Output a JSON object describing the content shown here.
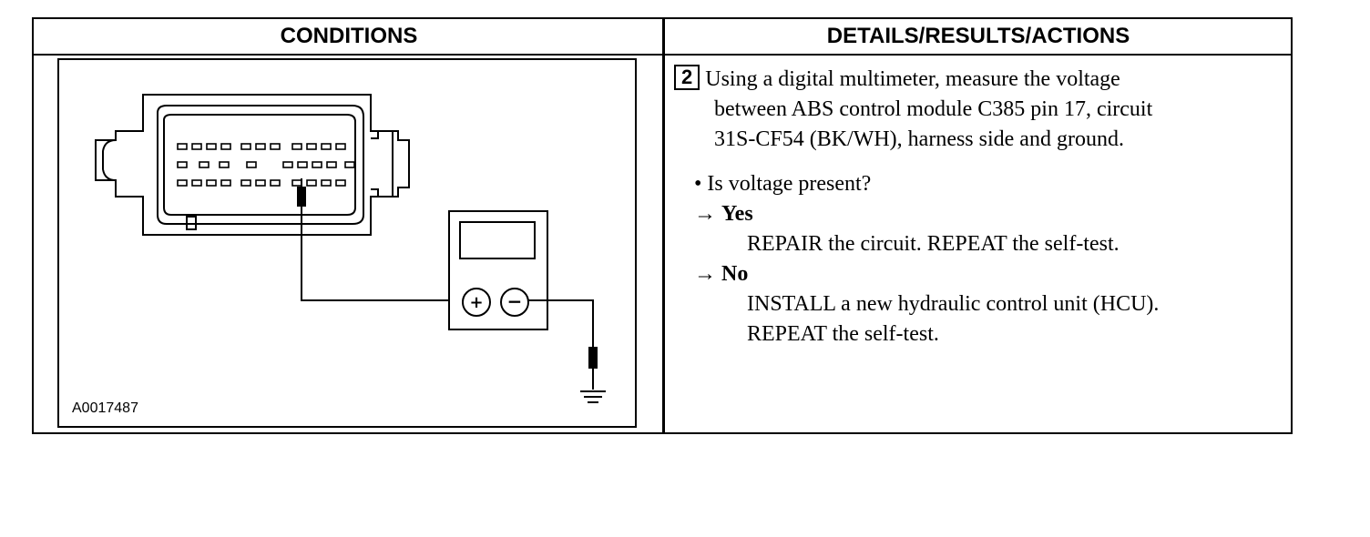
{
  "headers": {
    "conditions": "CONDITIONS",
    "details": "DETAILS/RESULTS/ACTIONS"
  },
  "figure": {
    "id": "A0017487"
  },
  "step": {
    "number": "2",
    "line1": "Using a digital multimeter, measure the voltage",
    "line2": "between ABS control module C385 pin 17, circuit",
    "line3": "31S-CF54 (BK/WH), harness side and ground.",
    "question": "• Is voltage present?",
    "yes_arrow": "→ ",
    "yes_label": "Yes",
    "yes_action": "REPAIR the circuit. REPEAT the self-test.",
    "no_arrow": "→ ",
    "no_label": "No",
    "no_action1": "INSTALL a new hydraulic control unit (HCU).",
    "no_action2": "REPEAT the self-test."
  },
  "meter": {
    "plus": "+",
    "minus": "−"
  }
}
